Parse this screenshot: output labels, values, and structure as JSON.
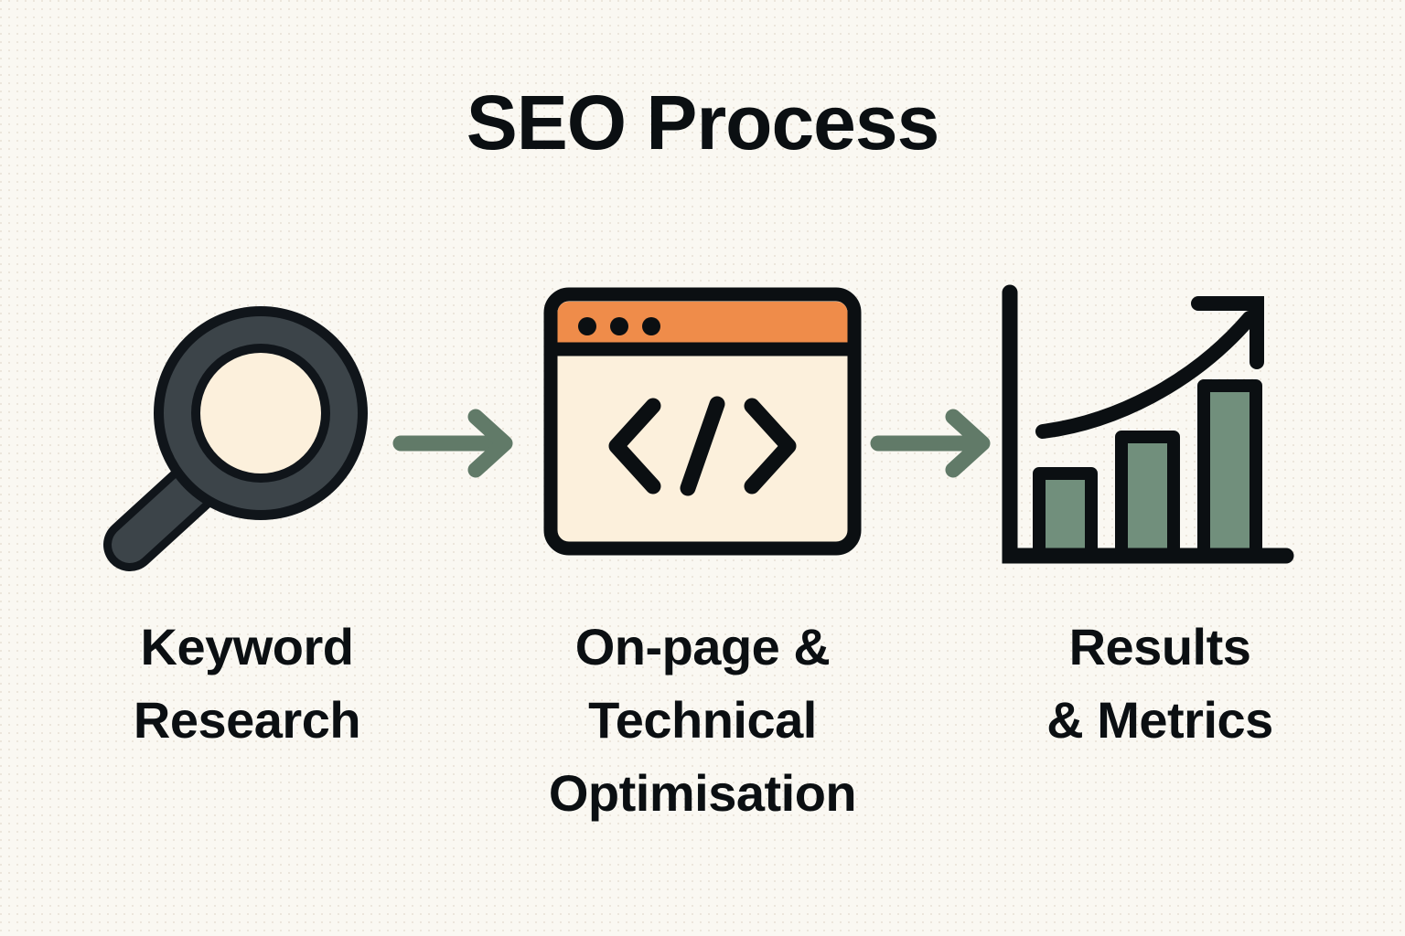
{
  "diagram": {
    "title": "SEO Process",
    "background_color": "#faf8f2",
    "text_color": "#0b0f12",
    "accent_orange": "#ef8c4a",
    "accent_green": "#718f7c",
    "arrow_green": "#617a68",
    "icon_dark": "#3c4449",
    "icon_cream": "#fcf0dc",
    "steps": [
      {
        "id": "keyword-research",
        "icon": "magnifying-glass-icon",
        "label_lines": [
          "Keyword",
          "Research"
        ],
        "label_full": "Keyword Research"
      },
      {
        "id": "onpage-technical-optimisation",
        "icon": "browser-code-window-icon",
        "label_lines": [
          "On-page &",
          "Technical",
          "Optimisation"
        ],
        "label_full": "On-page & Technical Optimisation"
      },
      {
        "id": "results-metrics",
        "icon": "bar-chart-growth-icon",
        "label_lines": [
          "Results",
          "& Metrics"
        ],
        "label_full": "Results & Metrics"
      }
    ],
    "connectors": [
      {
        "id": "connector-1",
        "icon": "arrow-right-icon",
        "from": "keyword-research",
        "to": "onpage-technical-optimisation"
      },
      {
        "id": "connector-2",
        "icon": "arrow-right-icon",
        "from": "onpage-technical-optimisation",
        "to": "results-metrics"
      }
    ],
    "browser_window": {
      "dot_count": 3,
      "content_glyph": "</>"
    },
    "bar_chart_icon": {
      "bar_count": 3,
      "relative_bar_heights": [
        0.45,
        0.65,
        0.95
      ],
      "trend": "rising"
    }
  }
}
